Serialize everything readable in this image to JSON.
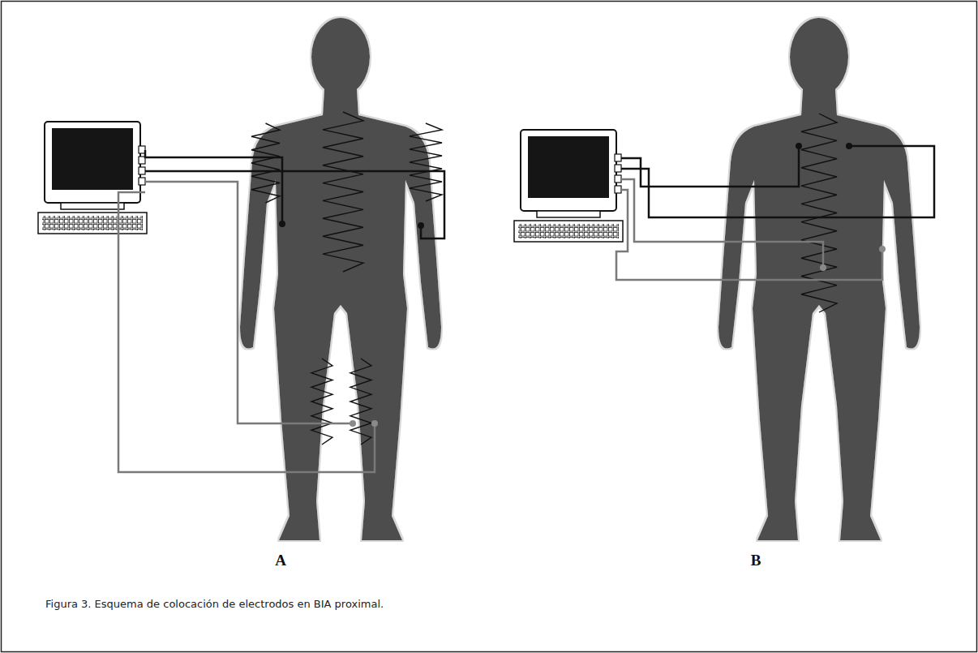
{
  "diagram": {
    "caption": "Figura 3. Esquema de colocación de electrodos en BIA proximal.",
    "labels": [
      "A",
      "B"
    ]
  }
}
